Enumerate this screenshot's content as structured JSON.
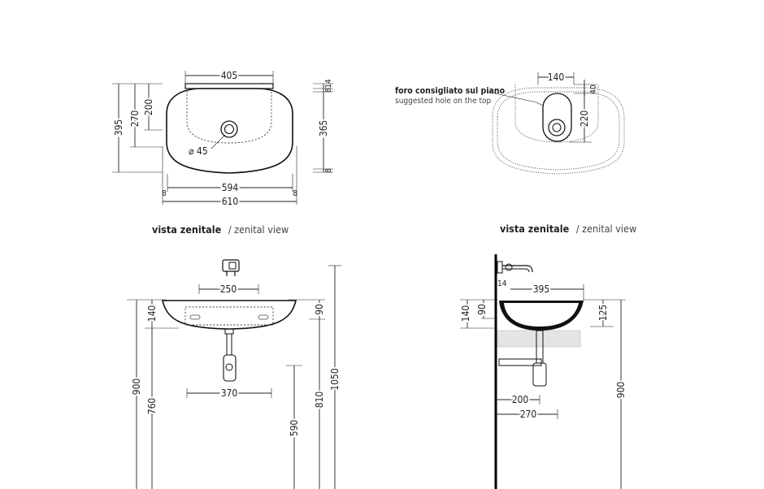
{
  "top_left": {
    "dims": {
      "w405": "405",
      "h395": "395",
      "h270": "270",
      "h200": "200",
      "h365": "365",
      "t14": "14",
      "t8a": "8",
      "t8b": "8",
      "hole": "⌀ 45",
      "w594": "594",
      "w610": "610",
      "s8l": "8",
      "s8r": "8"
    },
    "caption_bold": "vista zenitale",
    "caption_regular": "/ zenital view"
  },
  "top_right": {
    "dims": {
      "w140": "140",
      "h40": "40",
      "h220": "220"
    },
    "note_it": "foro consigliato sul piano",
    "note_en": "suggested hole on the top",
    "caption_bold": "vista zenitale",
    "caption_regular": "/ zenital view"
  },
  "bottom_left": {
    "dims": {
      "w250": "250",
      "h140": "140",
      "h90": "90",
      "h900": "900",
      "h760": "760",
      "w370": "370",
      "h810": "810",
      "h1050": "1050",
      "h590": "590"
    }
  },
  "bottom_right": {
    "dims": {
      "t14": "14",
      "w395": "395",
      "h140": "140",
      "h90": "90",
      "h125": "125",
      "w200": "200",
      "w270": "270",
      "h900": "900"
    }
  }
}
